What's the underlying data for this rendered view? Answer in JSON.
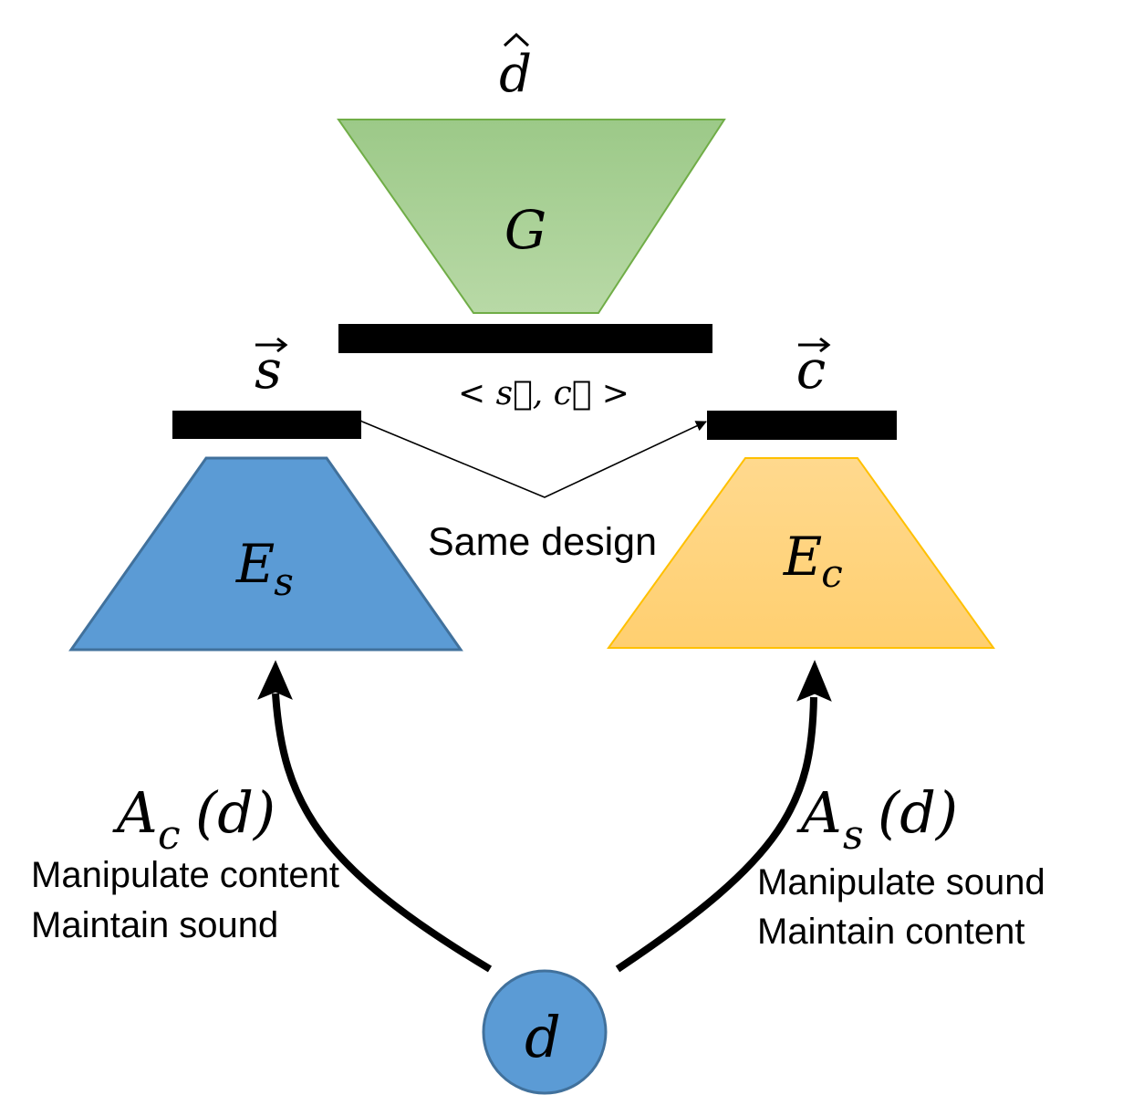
{
  "generator": {
    "label": "G",
    "output_label": "d",
    "fill_color_top": "#9cc988",
    "fill_color_bottom": "#b8d9a6",
    "stroke_color": "#70ad47"
  },
  "joint_code": {
    "label": "< s⃗, c⃗ >"
  },
  "style_code": {
    "label": "s"
  },
  "content_code": {
    "label": "c"
  },
  "style_encoder": {
    "label": "E",
    "subscript": "s",
    "fill_color": "#5b9bd5",
    "stroke_color": "#41719c"
  },
  "content_encoder": {
    "label": "E",
    "subscript": "c",
    "fill_color_top": "#ffd98e",
    "fill_color_bottom": "#ffcf70",
    "stroke_color": "#ffc000"
  },
  "shared_note": {
    "label": "Same design"
  },
  "left_branch": {
    "function": "A",
    "subscript": "c",
    "argument": "(d)",
    "line1": "Manipulate content",
    "line2": "Maintain sound"
  },
  "right_branch": {
    "function": "A",
    "subscript": "s",
    "argument": "(d)",
    "line1": "Manipulate sound",
    "line2": "Maintain content"
  },
  "input_node": {
    "label": "d",
    "fill_color": "#5b9bd5",
    "stroke_color": "#41719c"
  }
}
